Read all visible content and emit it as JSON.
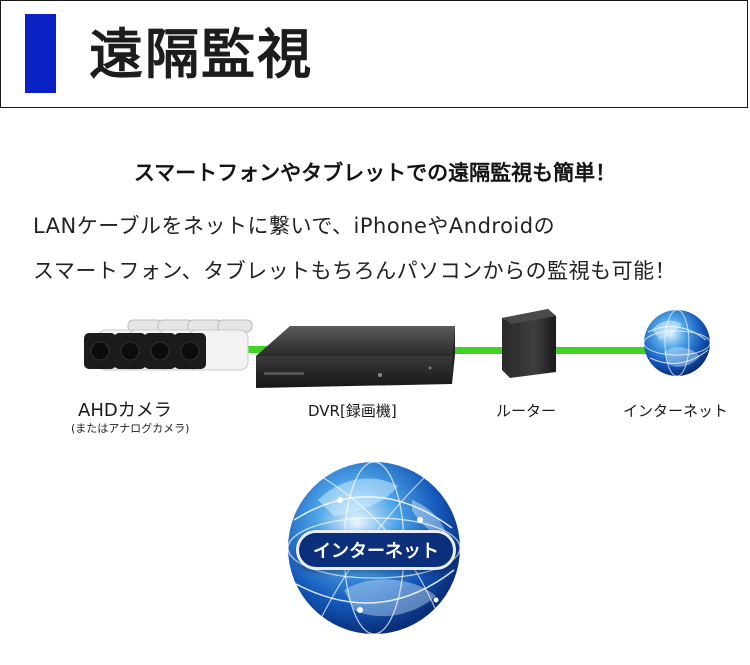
{
  "header": {
    "title": "遠隔監視",
    "accent_color": "#0a22c4"
  },
  "headline": "スマートフォンやタブレットでの遠隔監視も簡単！",
  "description": {
    "line1": "LANケーブルをネットに繋いで、iPhoneやAndroidの",
    "line2": "スマートフォン、タブレットもちろんパソコンからの監視も可能！"
  },
  "diagram": {
    "cable_color": "#3fd423",
    "camera": {
      "label": "AHDカメラ",
      "sublabel": "(またはアナログカメラ)",
      "icon": "camera-icon"
    },
    "dvr": {
      "label": "DVR[録画機]",
      "icon": "dvr-icon"
    },
    "router": {
      "label": "ルーター",
      "icon": "router-icon"
    },
    "internet": {
      "label": "インターネット",
      "icon": "globe-icon"
    }
  },
  "big_globe": {
    "badge": "インターネット",
    "icon": "globe-icon"
  }
}
